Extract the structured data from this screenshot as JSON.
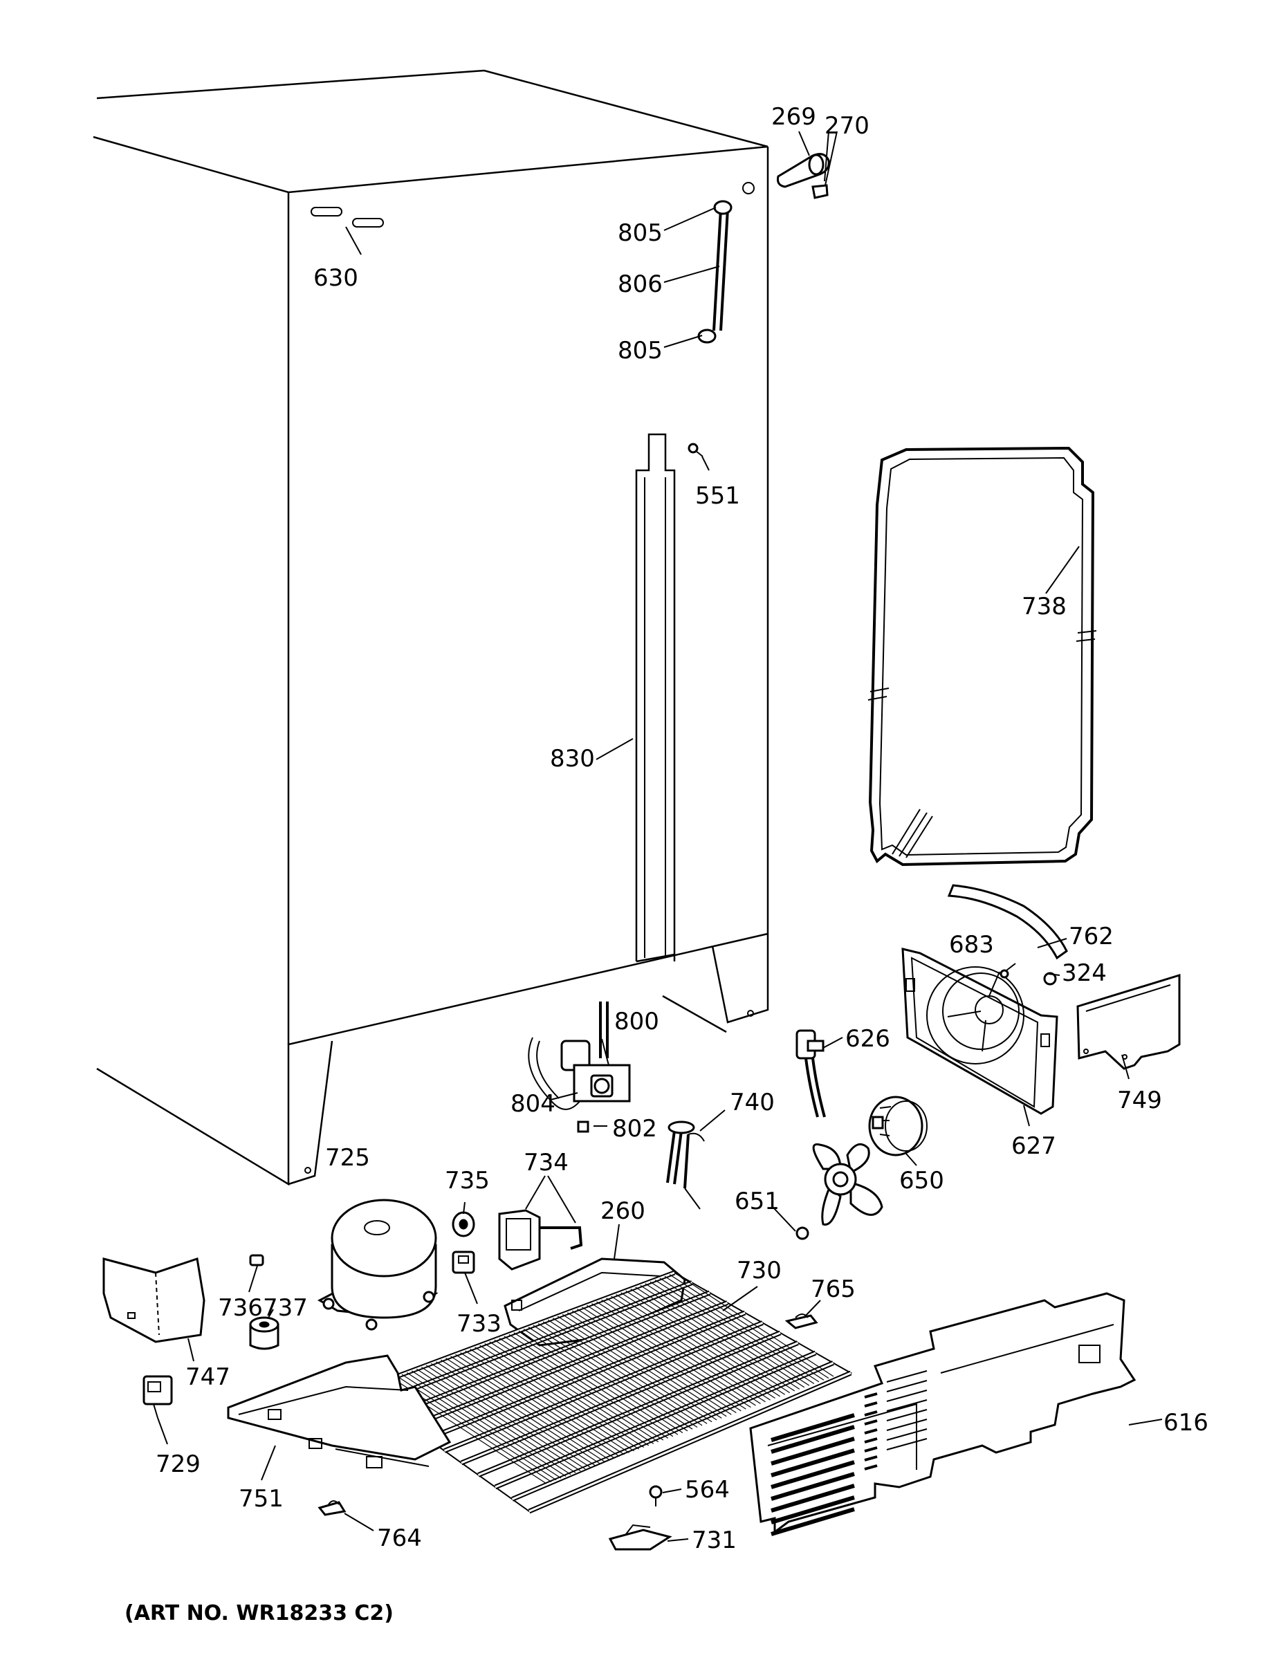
{
  "parts": {
    "p269": "269",
    "p270": "270",
    "p630": "630",
    "p805a": "805",
    "p806": "806",
    "p805b": "805",
    "p551": "551",
    "p738": "738",
    "p830": "830",
    "p762": "762",
    "p683": "683",
    "p324": "324",
    "p800": "800",
    "p626": "626",
    "p804": "804",
    "p802": "802",
    "p740": "740",
    "p627": "627",
    "p749": "749",
    "p725": "725",
    "p735": "735",
    "p734": "734",
    "p650": "650",
    "p651": "651",
    "p260": "260",
    "p730": "730",
    "p765": "765",
    "p736": "736",
    "p737": "737",
    "p733": "733",
    "p747": "747",
    "p616": "616",
    "p729": "729",
    "p751": "751",
    "p564": "564",
    "p764": "764",
    "p731": "731"
  },
  "art_number": "(ART NO. WR18233 C2)"
}
